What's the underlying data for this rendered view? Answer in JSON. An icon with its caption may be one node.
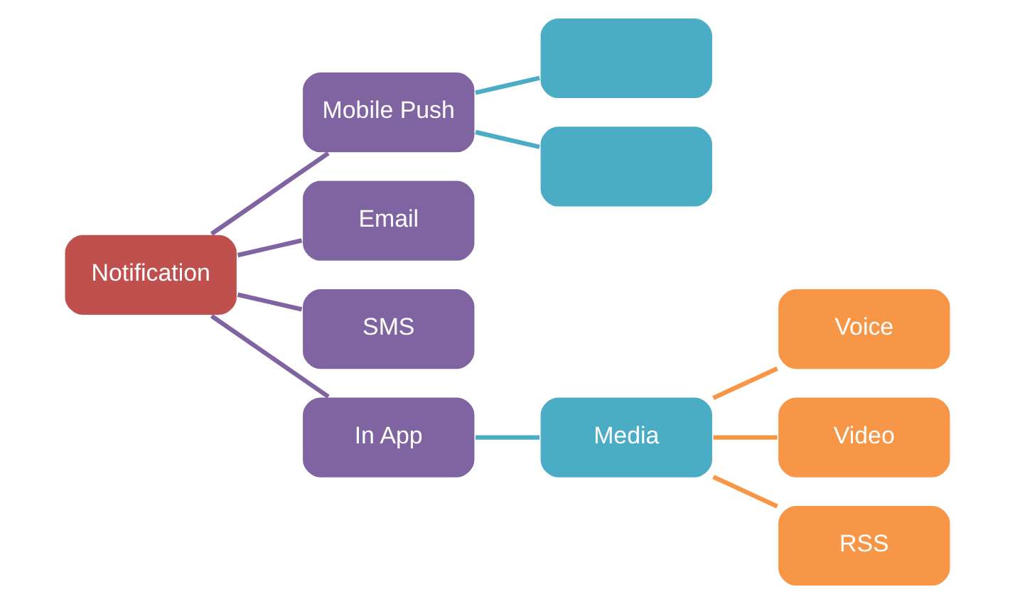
{
  "diagram": {
    "nodes": [
      {
        "text": [
          "Notification"
        ]
      },
      {
        "text": [
          "Mobile Push"
        ]
      },
      {
        "text": [
          "Email"
        ]
      },
      {
        "text": [
          "SMS"
        ]
      },
      {
        "text": [
          "In App"
        ]
      },
      {
        "text": [],
        "shape": "box"
      },
      {
        "text": [],
        "shape": "box"
      },
      {
        "text": [
          "Media"
        ]
      },
      {
        "text": [
          "Voice"
        ]
      },
      {
        "text": [
          "Video"
        ]
      },
      {
        "text": [
          "RSS"
        ]
      }
    ],
    "edges": [
      {
        "from": 0,
        "to": 1,
        "arrow": "none",
        "color": "#8064a2"
      },
      {
        "from": 0,
        "to": 2,
        "arrow": "none",
        "color": "#8064a2"
      },
      {
        "from": 0,
        "to": 3,
        "arrow": "none",
        "color": "#8064a2"
      },
      {
        "from": 0,
        "to": 4,
        "arrow": "none",
        "color": "#8064a2"
      },
      {
        "from": 1,
        "to": 5,
        "arrow": "none",
        "color": "#4bacc6"
      },
      {
        "from": 1,
        "to": 6,
        "arrow": "none",
        "color": "#4bacc6"
      },
      {
        "from": 4,
        "to": 7,
        "arrow": "none",
        "color": "#4bacc6"
      },
      {
        "from": 7,
        "to": 8,
        "arrow": "none",
        "color": "#f79646"
      },
      {
        "from": 7,
        "to": 9,
        "arrow": "none",
        "color": "#f79646"
      },
      {
        "from": 7,
        "to": 10,
        "arrow": "none",
        "color": "#f79646"
      }
    ]
  }
}
